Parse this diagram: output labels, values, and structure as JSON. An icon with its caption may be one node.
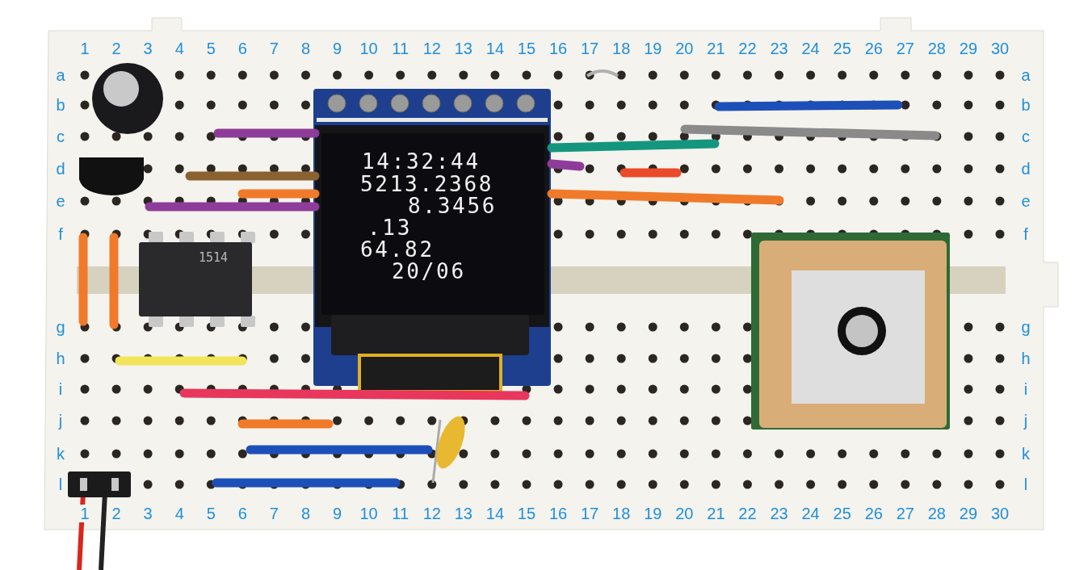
{
  "diagram": {
    "nodes": [
      {
        "text": [
          "14:32:44",
          "5213.2368",
          "8.3456",
          ".13",
          "64.82",
          "20/06"
        ]
      },
      {
        "text": [
          "1514"
        ]
      }
    ],
    "labels": [
      "1",
      "2",
      "3",
      "4",
      "5",
      "6",
      "7",
      "8",
      "9",
      "10",
      "11",
      "12",
      "13",
      "14",
      "15",
      "16",
      "17",
      "18",
      "19",
      "20",
      "21",
      "22",
      "23",
      "24",
      "25",
      "26",
      "27",
      "28",
      "29",
      "30",
      "a",
      "a",
      "b",
      "b",
      "c",
      "c",
      "d",
      "d",
      "e",
      "e",
      "f",
      "f",
      "g",
      "g",
      "h",
      "h",
      "i",
      "i",
      "j",
      "j",
      "k",
      "k",
      "l",
      "l",
      "1",
      "2",
      "3",
      "4",
      "5",
      "6",
      "7",
      "8",
      "9",
      "10",
      "11",
      "12",
      "13",
      "14",
      "15",
      "16",
      "17",
      "18",
      "19",
      "20",
      "21",
      "22",
      "23",
      "24",
      "25",
      "26",
      "27",
      "28",
      "29",
      "30"
    ]
  }
}
